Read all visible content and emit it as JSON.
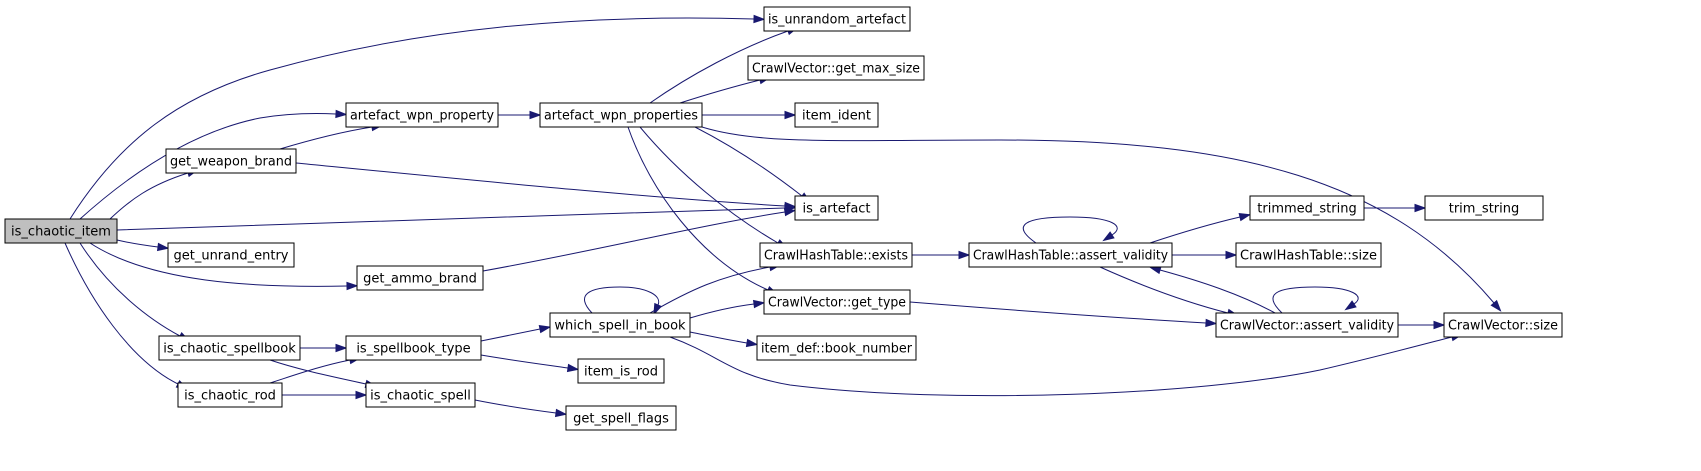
{
  "graph": {
    "kind": "function call graph",
    "colors": {
      "edge": "#191970",
      "node_border": "#000000",
      "root_fill": "#bfbfbf",
      "node_fill": "#ffffff"
    },
    "nodes": [
      {
        "id": "is_chaotic_item",
        "label": "is_chaotic_item",
        "root": true
      },
      {
        "id": "is_unrandom_artefact",
        "label": "is_unrandom_artefact"
      },
      {
        "id": "artefact_wpn_property",
        "label": "artefact_wpn_property"
      },
      {
        "id": "get_weapon_brand",
        "label": "get_weapon_brand"
      },
      {
        "id": "is_artefact",
        "label": "is_artefact"
      },
      {
        "id": "get_unrand_entry",
        "label": "get_unrand_entry"
      },
      {
        "id": "get_ammo_brand",
        "label": "get_ammo_brand"
      },
      {
        "id": "is_chaotic_spellbook",
        "label": "is_chaotic_spellbook"
      },
      {
        "id": "is_chaotic_rod",
        "label": "is_chaotic_rod"
      },
      {
        "id": "artefact_wpn_properties",
        "label": "artefact_wpn_properties"
      },
      {
        "id": "CrawlVector_get_max_size",
        "label": "CrawlVector::get_max_size"
      },
      {
        "id": "item_ident",
        "label": "item_ident"
      },
      {
        "id": "CrawlHashTable_exists",
        "label": "CrawlHashTable::exists"
      },
      {
        "id": "CrawlVector_get_type",
        "label": "CrawlVector::get_type"
      },
      {
        "id": "CrawlVector_size",
        "label": "CrawlVector::size"
      },
      {
        "id": "is_spellbook_type",
        "label": "is_spellbook_type"
      },
      {
        "id": "is_chaotic_spell",
        "label": "is_chaotic_spell"
      },
      {
        "id": "which_spell_in_book",
        "label": "which_spell_in_book"
      },
      {
        "id": "item_is_rod",
        "label": "item_is_rod"
      },
      {
        "id": "get_spell_flags",
        "label": "get_spell_flags"
      },
      {
        "id": "item_def_book_number",
        "label": "item_def::book_number"
      },
      {
        "id": "CrawlHashTable_assert_validity",
        "label": "CrawlHashTable::assert_validity"
      },
      {
        "id": "trimmed_string",
        "label": "trimmed_string"
      },
      {
        "id": "CrawlHashTable_size",
        "label": "CrawlHashTable::size"
      },
      {
        "id": "trim_string",
        "label": "trim_string"
      },
      {
        "id": "CrawlVector_assert_validity",
        "label": "CrawlVector::assert_validity"
      }
    ],
    "edges": [
      {
        "from": "is_chaotic_item",
        "to": "is_unrandom_artefact"
      },
      {
        "from": "is_chaotic_item",
        "to": "artefact_wpn_property"
      },
      {
        "from": "is_chaotic_item",
        "to": "get_weapon_brand"
      },
      {
        "from": "is_chaotic_item",
        "to": "is_artefact"
      },
      {
        "from": "is_chaotic_item",
        "to": "get_unrand_entry"
      },
      {
        "from": "is_chaotic_item",
        "to": "get_ammo_brand"
      },
      {
        "from": "is_chaotic_item",
        "to": "is_chaotic_spellbook"
      },
      {
        "from": "is_chaotic_item",
        "to": "is_chaotic_rod"
      },
      {
        "from": "artefact_wpn_property",
        "to": "artefact_wpn_properties"
      },
      {
        "from": "get_weapon_brand",
        "to": "artefact_wpn_property"
      },
      {
        "from": "get_weapon_brand",
        "to": "is_artefact"
      },
      {
        "from": "get_ammo_brand",
        "to": "is_artefact"
      },
      {
        "from": "artefact_wpn_properties",
        "to": "is_unrandom_artefact"
      },
      {
        "from": "artefact_wpn_properties",
        "to": "CrawlVector_get_max_size"
      },
      {
        "from": "artefact_wpn_properties",
        "to": "item_ident"
      },
      {
        "from": "artefact_wpn_properties",
        "to": "is_artefact"
      },
      {
        "from": "artefact_wpn_properties",
        "to": "CrawlHashTable_exists"
      },
      {
        "from": "artefact_wpn_properties",
        "to": "CrawlVector_get_type"
      },
      {
        "from": "artefact_wpn_properties",
        "to": "CrawlVector_size"
      },
      {
        "from": "is_chaotic_spellbook",
        "to": "is_spellbook_type"
      },
      {
        "from": "is_chaotic_spellbook",
        "to": "is_chaotic_spell"
      },
      {
        "from": "is_chaotic_rod",
        "to": "is_spellbook_type"
      },
      {
        "from": "is_chaotic_rod",
        "to": "is_chaotic_spell"
      },
      {
        "from": "is_spellbook_type",
        "to": "which_spell_in_book"
      },
      {
        "from": "is_spellbook_type",
        "to": "item_is_rod"
      },
      {
        "from": "is_chaotic_spell",
        "to": "get_spell_flags"
      },
      {
        "from": "which_spell_in_book",
        "to": "which_spell_in_book"
      },
      {
        "from": "which_spell_in_book",
        "to": "CrawlHashTable_exists"
      },
      {
        "from": "which_spell_in_book",
        "to": "CrawlVector_get_type"
      },
      {
        "from": "which_spell_in_book",
        "to": "item_def_book_number"
      },
      {
        "from": "which_spell_in_book",
        "to": "CrawlVector_size"
      },
      {
        "from": "CrawlHashTable_exists",
        "to": "CrawlHashTable_assert_validity"
      },
      {
        "from": "CrawlVector_get_type",
        "to": "CrawlVector_assert_validity"
      },
      {
        "from": "CrawlHashTable_assert_validity",
        "to": "CrawlHashTable_assert_validity"
      },
      {
        "from": "CrawlHashTable_assert_validity",
        "to": "trimmed_string"
      },
      {
        "from": "CrawlHashTable_assert_validity",
        "to": "CrawlHashTable_size"
      },
      {
        "from": "CrawlHashTable_assert_validity",
        "to": "CrawlVector_assert_validity"
      },
      {
        "from": "trimmed_string",
        "to": "trim_string"
      },
      {
        "from": "CrawlVector_assert_validity",
        "to": "CrawlVector_assert_validity"
      },
      {
        "from": "CrawlVector_assert_validity",
        "to": "CrawlHashTable_assert_validity"
      },
      {
        "from": "CrawlVector_assert_validity",
        "to": "CrawlVector_size"
      }
    ]
  }
}
